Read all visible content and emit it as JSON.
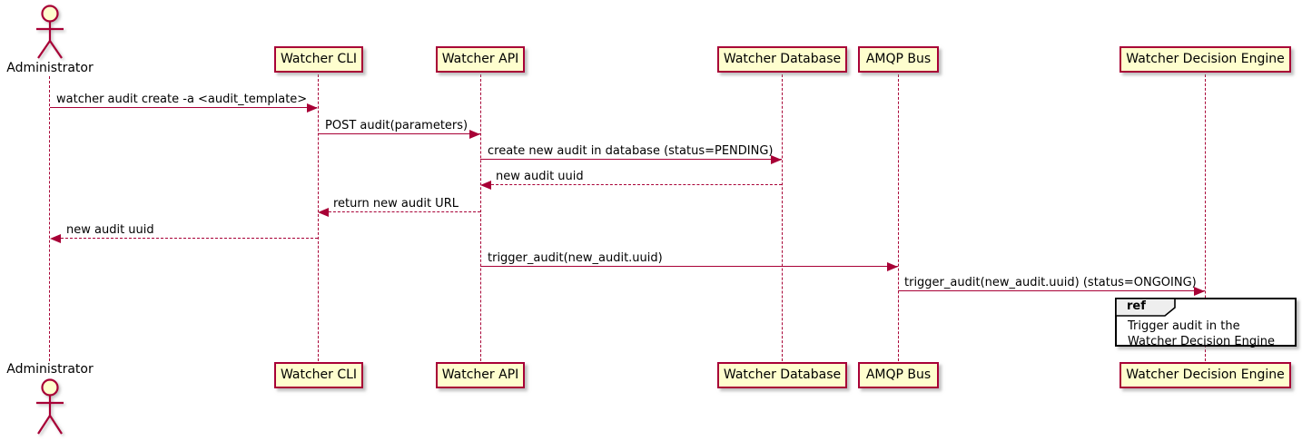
{
  "diagram": {
    "type": "sequence",
    "actor": {
      "name": "Administrator"
    },
    "participants": [
      {
        "label": "Watcher CLI"
      },
      {
        "label": "Watcher API"
      },
      {
        "label": "Watcher Database"
      },
      {
        "label": "AMQP Bus"
      },
      {
        "label": "Watcher Decision Engine"
      }
    ],
    "messages": [
      {
        "from": "Administrator",
        "to": "Watcher CLI",
        "style": "solid",
        "label": "watcher audit create -a <audit_template>"
      },
      {
        "from": "Watcher CLI",
        "to": "Watcher API",
        "style": "solid",
        "label": "POST audit(parameters)"
      },
      {
        "from": "Watcher API",
        "to": "Watcher Database",
        "style": "solid",
        "label": "create new audit in database (status=PENDING)"
      },
      {
        "from": "Watcher Database",
        "to": "Watcher API",
        "style": "dashed",
        "label": "new audit uuid"
      },
      {
        "from": "Watcher API",
        "to": "Watcher CLI",
        "style": "dashed",
        "label": "return new audit URL"
      },
      {
        "from": "Watcher CLI",
        "to": "Administrator",
        "style": "dashed",
        "label": "new audit uuid"
      },
      {
        "from": "Watcher API",
        "to": "AMQP Bus",
        "style": "solid",
        "label": "trigger_audit(new_audit.uuid)"
      },
      {
        "from": "AMQP Bus",
        "to": "Watcher Decision Engine",
        "style": "solid",
        "label": "trigger_audit(new_audit.uuid) (status=ONGOING)"
      }
    ],
    "ref": {
      "keyword": "ref",
      "line1": "Trigger audit in the",
      "line2": "Watcher Decision Engine"
    },
    "colors": {
      "line": "#A80036",
      "participant_fill": "#FEFECE",
      "participant_border": "#A80036",
      "text": "#000000",
      "ref_border": "#000000",
      "ref_header_fill": "#EEEEEE",
      "bg": "#FFFFFF"
    }
  }
}
